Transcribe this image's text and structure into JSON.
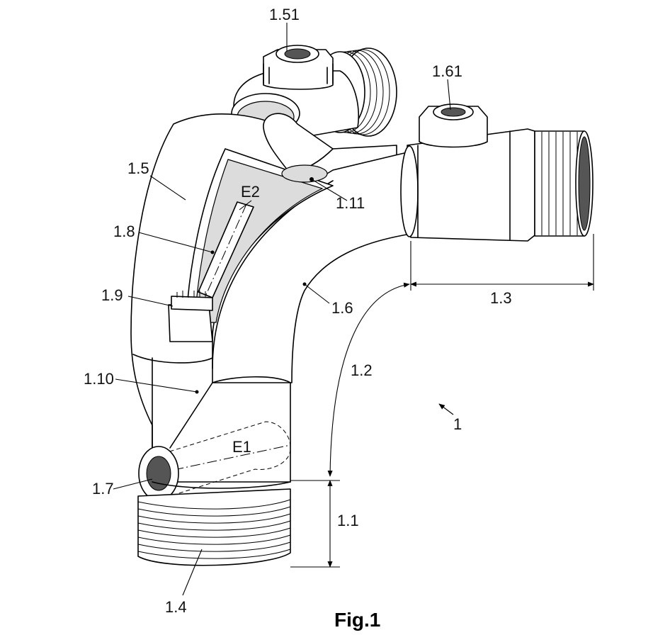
{
  "figure": {
    "caption": "Fig.1",
    "labels": {
      "l1": "1",
      "l1_1": "1.1",
      "l1_2": "1.2",
      "l1_3": "1.3",
      "l1_4": "1.4",
      "l1_5": "1.5",
      "l1_51": "1.51",
      "l1_6": "1.6",
      "l1_61": "1.61",
      "l1_7": "1.7",
      "l1_8": "1.8",
      "l1_9": "1.9",
      "l1_10": "1.10",
      "l1_11": "1.11",
      "e1": "E1",
      "e2": "E2"
    }
  }
}
